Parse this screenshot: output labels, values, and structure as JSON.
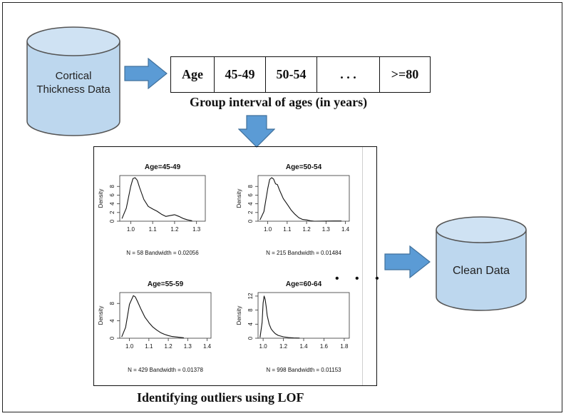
{
  "source_cylinder": {
    "line1": "Cortical",
    "line2": "Thickness Data"
  },
  "clean_cylinder": {
    "label": "Clean Data"
  },
  "age_table": {
    "cells": [
      "Age",
      "45-49",
      "50-54",
      ". . .",
      ">=80"
    ],
    "caption": "Group interval of ages (in years)"
  },
  "lof_panel": {
    "caption": "Identifying outliers using LOF",
    "continuation": "• • •"
  },
  "colors": {
    "cylinder_fill": "#bdd7ee",
    "cylinder_stroke": "#555555",
    "arrow_fill": "#5b9bd5",
    "arrow_stroke": "#41719c"
  },
  "chart_data": [
    {
      "type": "line",
      "title": "Age=45-49",
      "ylabel": "Density",
      "xlabel": "N = 58   Bandwidth = 0.02056",
      "x_ticks": [
        "1.0",
        "1.1",
        "1.2",
        "1.3"
      ],
      "y_ticks": [
        "0",
        "2",
        "4",
        "6",
        "8"
      ],
      "xlim": [
        0.95,
        1.34
      ],
      "ylim": [
        0,
        10.5
      ],
      "x": [
        0.96,
        0.98,
        1.0,
        1.01,
        1.02,
        1.03,
        1.04,
        1.06,
        1.08,
        1.1,
        1.12,
        1.14,
        1.16,
        1.18,
        1.2,
        1.22,
        1.24,
        1.26,
        1.28
      ],
      "y": [
        0.6,
        3.0,
        8.0,
        9.8,
        10.0,
        9.4,
        7.8,
        5.0,
        3.4,
        2.8,
        2.3,
        1.6,
        1.1,
        1.3,
        1.5,
        1.1,
        0.6,
        0.3,
        0.1
      ]
    },
    {
      "type": "line",
      "title": "Age=50-54",
      "ylabel": "Density",
      "xlabel": "N = 215   Bandwidth = 0.01484",
      "x_ticks": [
        "1.0",
        "1.1",
        "1.2",
        "1.3",
        "1.4"
      ],
      "y_ticks": [
        "0",
        "2",
        "4",
        "6",
        "8"
      ],
      "xlim": [
        0.95,
        1.42
      ],
      "ylim": [
        0,
        10.5
      ],
      "x": [
        0.96,
        0.98,
        1.0,
        1.01,
        1.02,
        1.03,
        1.04,
        1.05,
        1.06,
        1.08,
        1.1,
        1.12,
        1.14,
        1.16,
        1.18,
        1.2,
        1.22,
        1.24,
        1.34,
        1.36,
        1.38
      ],
      "y": [
        0.3,
        2.2,
        7.5,
        9.6,
        10.0,
        9.7,
        8.6,
        8.4,
        7.2,
        5.2,
        3.9,
        2.6,
        1.6,
        0.8,
        0.4,
        0.3,
        0.1,
        0.0,
        0.05,
        0.05,
        0.05
      ]
    },
    {
      "type": "line",
      "title": "Age=55-59",
      "ylabel": "Density",
      "xlabel": "N = 429   Bandwidth = 0.01378",
      "x_ticks": [
        "1.0",
        "1.1",
        "1.2",
        "1.3",
        "1.4"
      ],
      "y_ticks": [
        "0",
        "4",
        "8"
      ],
      "xlim": [
        0.95,
        1.42
      ],
      "ylim": [
        0,
        10.5
      ],
      "x": [
        0.96,
        0.98,
        1.0,
        1.02,
        1.03,
        1.04,
        1.06,
        1.08,
        1.1,
        1.12,
        1.14,
        1.16,
        1.18,
        1.2,
        1.22,
        1.24,
        1.26,
        1.28
      ],
      "y": [
        0.3,
        2.5,
        7.8,
        9.8,
        9.5,
        8.6,
        6.6,
        4.8,
        3.6,
        2.6,
        1.9,
        1.3,
        0.9,
        0.6,
        0.4,
        0.3,
        0.2,
        0.1
      ]
    },
    {
      "type": "line",
      "title": "Age=60-64",
      "ylabel": "Density",
      "xlabel": "N = 998   Bandwidth = 0.01153",
      "x_ticks": [
        "1.0",
        "1.2",
        "1.4",
        "1.6",
        "1.8"
      ],
      "y_ticks": [
        "0",
        "4",
        "8",
        "12"
      ],
      "xlim": [
        0.95,
        1.85
      ],
      "ylim": [
        0,
        13
      ],
      "x": [
        0.97,
        0.99,
        1.0,
        1.01,
        1.02,
        1.03,
        1.04,
        1.06,
        1.08,
        1.1,
        1.12,
        1.15,
        1.2,
        1.25,
        1.3,
        1.36
      ],
      "y": [
        0.2,
        4.5,
        10.0,
        12.0,
        11.0,
        9.0,
        6.5,
        4.0,
        2.6,
        1.9,
        1.3,
        0.8,
        0.4,
        0.2,
        0.1,
        0.05
      ]
    }
  ]
}
